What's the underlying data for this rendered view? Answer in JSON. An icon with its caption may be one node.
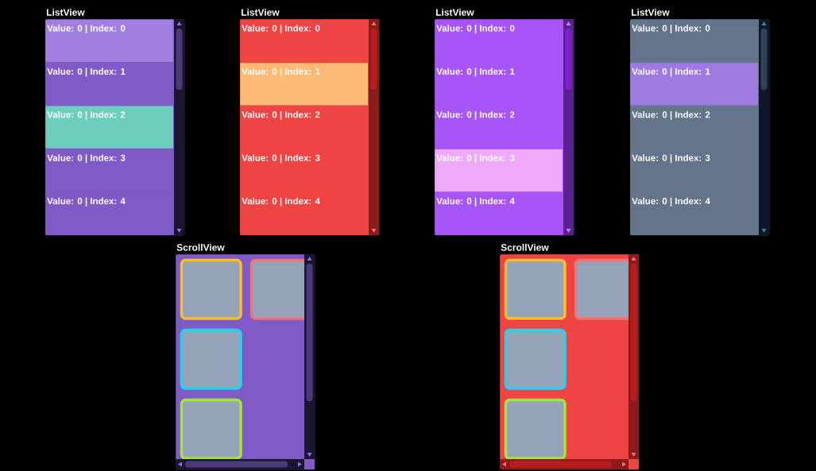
{
  "diagram": {
    "nodes": [
      {
        "text": [
          "ListView"
        ]
      },
      {
        "text": [
          "Value: 0 | Index: 0"
        ],
        "in": 0
      },
      {
        "text": [
          "Value: 0 | Index: 1"
        ],
        "in": 0
      },
      {
        "text": [
          "Value: 0 | Index: 2"
        ],
        "in": 0
      },
      {
        "text": [
          "Value: 0 | Index: 3"
        ],
        "in": 0
      },
      {
        "text": [
          "Value: 0 | Index: 4"
        ],
        "in": 0
      },
      {
        "text": [
          "ListView"
        ]
      },
      {
        "text": [
          "Value: 0 | Index: 0"
        ],
        "in": 6
      },
      {
        "text": [
          "Value: 0 | Index: 1"
        ],
        "in": 6
      },
      {
        "text": [
          "Value: 0 | Index: 2"
        ],
        "in": 6
      },
      {
        "text": [
          "Value: 0 | Index: 3"
        ],
        "in": 6
      },
      {
        "text": [
          "Value: 0 | Index: 4"
        ],
        "in": 6
      },
      {
        "text": [
          "ListView"
        ]
      },
      {
        "text": [
          "Value: 0 | Index: 0"
        ],
        "in": 12
      },
      {
        "text": [
          "Value: 0 | Index: 1"
        ],
        "in": 12
      },
      {
        "text": [
          "Value: 0 | Index: 2"
        ],
        "in": 12
      },
      {
        "text": [
          "Value: 0 | Index: 3"
        ],
        "in": 12
      },
      {
        "text": [
          "Value: 0 | Index: 4"
        ],
        "in": 12
      },
      {
        "text": [
          "ListView"
        ]
      },
      {
        "text": [
          "Value: 0 | Index: 0"
        ],
        "in": 18
      },
      {
        "text": [
          "Value: 0 | Index: 1"
        ],
        "in": 18
      },
      {
        "text": [
          "Value: 0 | Index: 2"
        ],
        "in": 18
      },
      {
        "text": [
          "Value: 0 | Index: 3"
        ],
        "in": 18
      },
      {
        "text": [
          "Value: 0 | Index: 4"
        ],
        "in": 18
      },
      {
        "text": [
          "ScrollView"
        ]
      },
      {
        "text": [],
        "shape": "box",
        "in": 24
      },
      {
        "text": [],
        "shape": "box",
        "in": 24
      },
      {
        "text": [],
        "shape": "box",
        "in": 24
      },
      {
        "text": [],
        "shape": "box",
        "in": 24
      },
      {
        "text": [
          "ScrollView"
        ]
      },
      {
        "text": [],
        "shape": "box",
        "in": 29
      },
      {
        "text": [],
        "shape": "box",
        "in": 29
      },
      {
        "text": [],
        "shape": "box",
        "in": 29
      },
      {
        "text": [],
        "shape": "box",
        "in": 29
      }
    ]
  }
}
